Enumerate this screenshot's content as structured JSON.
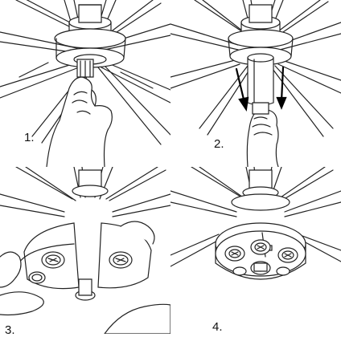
{
  "steps": [
    {
      "label": "1."
    },
    {
      "label": "2."
    },
    {
      "label": "3."
    },
    {
      "label": "4."
    }
  ]
}
